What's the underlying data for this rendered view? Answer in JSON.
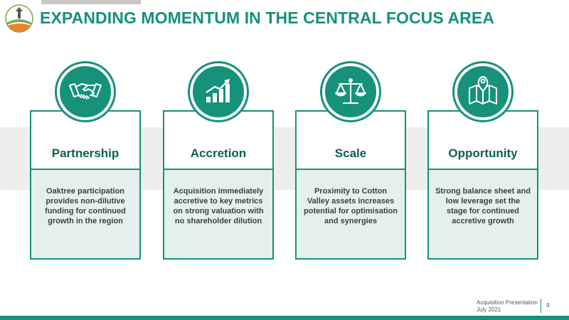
{
  "header": {
    "title": "EXPANDING MOMENTUM IN THE CENTRAL FOCUS AREA",
    "logo_icon": "company-logo-icon"
  },
  "cards": [
    {
      "title": "Partnership",
      "icon": "handshake-icon",
      "text": "Oaktree participation provides non-dilutive funding for continued growth in the region"
    },
    {
      "title": "Accretion",
      "icon": "growth-chart-icon",
      "text": "Acquisition immediately accretive to key metrics on strong valuation with no shareholder dilution"
    },
    {
      "title": "Scale",
      "icon": "balance-scale-icon",
      "text": "Proximity to Cotton Valley assets increases potential for optimisation and synergies"
    },
    {
      "title": "Opportunity",
      "icon": "map-pin-icon",
      "text": "Strong balance sheet and low leverage set the stage for continued accretive growth"
    }
  ],
  "footer": {
    "doc_title": "Acquisition Presentation",
    "date": "July 2021",
    "page_number": "9"
  },
  "colors": {
    "accent": "#16917a",
    "card_fill": "#e3f0ed",
    "band": "#eeeeee",
    "text": "#404040"
  }
}
